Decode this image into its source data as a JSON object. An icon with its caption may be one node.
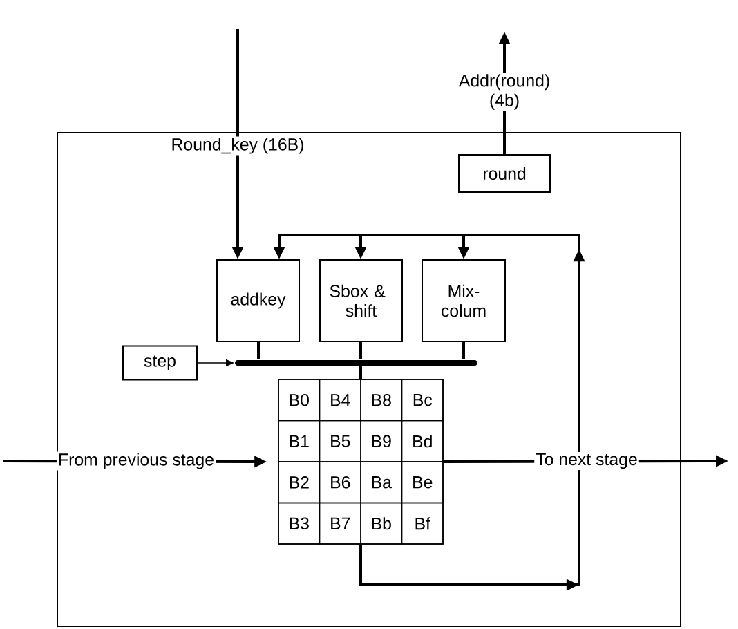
{
  "diagram": {
    "nodes": [
      {
        "text": [],
        "shape": "box"
      },
      {
        "text": [
          "round"
        ],
        "in": 0
      },
      {
        "text": [
          "addkey"
        ],
        "in": 0
      },
      {
        "text": [
          "Sbox & shift"
        ],
        "in": 0
      },
      {
        "text": [
          "Mix- colum"
        ],
        "in": 0
      },
      {
        "text": [
          "step"
        ],
        "in": 0
      },
      {
        "text": [],
        "shape": "bar",
        "in": 0
      },
      {
        "text": [],
        "shape": "box",
        "in": 0
      },
      {
        "text": [
          "B0"
        ],
        "in": 7
      },
      {
        "text": [
          "B4"
        ],
        "in": 7
      },
      {
        "text": [
          "B8"
        ],
        "in": 7
      },
      {
        "text": [
          "Bc"
        ],
        "in": 7
      },
      {
        "text": [
          "B1"
        ],
        "in": 7
      },
      {
        "text": [
          "B5"
        ],
        "in": 7
      },
      {
        "text": [
          "B9"
        ],
        "in": 7
      },
      {
        "text": [
          "Bd"
        ],
        "in": 7
      },
      {
        "text": [
          "B2"
        ],
        "in": 7
      },
      {
        "text": [
          "B6"
        ],
        "in": 7
      },
      {
        "text": [
          "Ba"
        ],
        "in": 7
      },
      {
        "text": [
          "Be"
        ],
        "in": 7
      },
      {
        "text": [
          "B3"
        ],
        "in": 7
      },
      {
        "text": [
          "B7"
        ],
        "in": 7
      },
      {
        "text": [
          "Bb"
        ],
        "in": 7
      },
      {
        "text": [
          "Bf"
        ],
        "in": 7
      }
    ],
    "edges": [
      {
        "from": null,
        "to": 2,
        "arrow": "to",
        "label": "Round_key (16B)"
      },
      {
        "from": 1,
        "to": null,
        "arrow": "to",
        "label": "Addr(round) (4b)"
      },
      {
        "from": null,
        "to": 7,
        "arrow": "to",
        "label": "From previous stage"
      },
      {
        "from": 7,
        "to": null,
        "arrow": "to",
        "label": "To next stage"
      },
      {
        "from": 7,
        "to": 2,
        "arrow": "to"
      },
      {
        "from": 7,
        "to": 3,
        "arrow": "to"
      },
      {
        "from": 7,
        "to": 4,
        "arrow": "to"
      },
      {
        "from": 5,
        "to": 6,
        "arrow": "to"
      },
      {
        "from": 2,
        "to": 6,
        "arrow": "none"
      },
      {
        "from": 3,
        "to": 6,
        "arrow": "none"
      },
      {
        "from": 4,
        "to": 6,
        "arrow": "none"
      },
      {
        "from": 6,
        "to": 7,
        "arrow": "none"
      }
    ]
  }
}
